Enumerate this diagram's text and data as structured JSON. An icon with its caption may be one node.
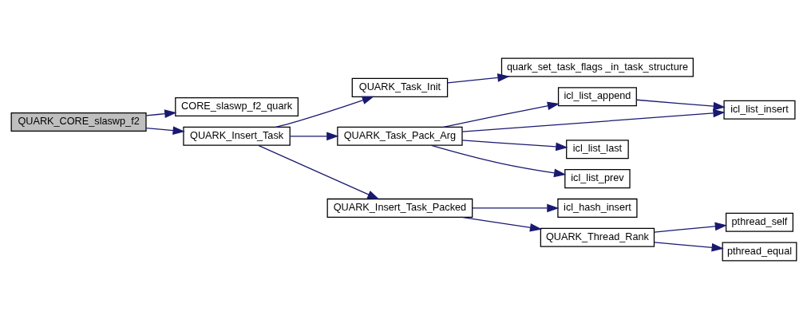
{
  "diagram": {
    "nodes": [
      {
        "text": [
          "QUARK_CORE_slaswp_f2"
        ]
      },
      {
        "text": [
          "CORE_slaswp_f2_quark"
        ]
      },
      {
        "text": [
          "QUARK_Insert_Task"
        ]
      },
      {
        "text": [
          "QUARK_Task_Init"
        ]
      },
      {
        "text": [
          "quark_set_task_flags _in_task_structure"
        ]
      },
      {
        "text": [
          "QUARK_Task_Pack_Arg"
        ]
      },
      {
        "text": [
          "icl_list_append"
        ]
      },
      {
        "text": [
          "icl_list_insert"
        ]
      },
      {
        "text": [
          "icl_list_last"
        ]
      },
      {
        "text": [
          "icl_list_prev"
        ]
      },
      {
        "text": [
          "QUARK_Insert_Task_Packed"
        ]
      },
      {
        "text": [
          "icl_hash_insert"
        ]
      },
      {
        "text": [
          "QUARK_Thread_Rank"
        ]
      },
      {
        "text": [
          "pthread_self"
        ]
      },
      {
        "text": [
          "pthread_equal"
        ]
      }
    ],
    "edges": [
      {
        "from": 0,
        "to": 1,
        "arrow": "to"
      },
      {
        "from": 0,
        "to": 2,
        "arrow": "to"
      },
      {
        "from": 2,
        "to": 3,
        "arrow": "to"
      },
      {
        "from": 2,
        "to": 5,
        "arrow": "to"
      },
      {
        "from": 2,
        "to": 10,
        "arrow": "to"
      },
      {
        "from": 3,
        "to": 4,
        "arrow": "to"
      },
      {
        "from": 5,
        "to": 6,
        "arrow": "to"
      },
      {
        "from": 5,
        "to": 7,
        "arrow": "to"
      },
      {
        "from": 5,
        "to": 8,
        "arrow": "to"
      },
      {
        "from": 5,
        "to": 9,
        "arrow": "to"
      },
      {
        "from": 6,
        "to": 7,
        "arrow": "to"
      },
      {
        "from": 10,
        "to": 11,
        "arrow": "to"
      },
      {
        "from": 10,
        "to": 12,
        "arrow": "to"
      },
      {
        "from": 12,
        "to": 13,
        "arrow": "to"
      },
      {
        "from": 12,
        "to": 14,
        "arrow": "to"
      }
    ]
  }
}
